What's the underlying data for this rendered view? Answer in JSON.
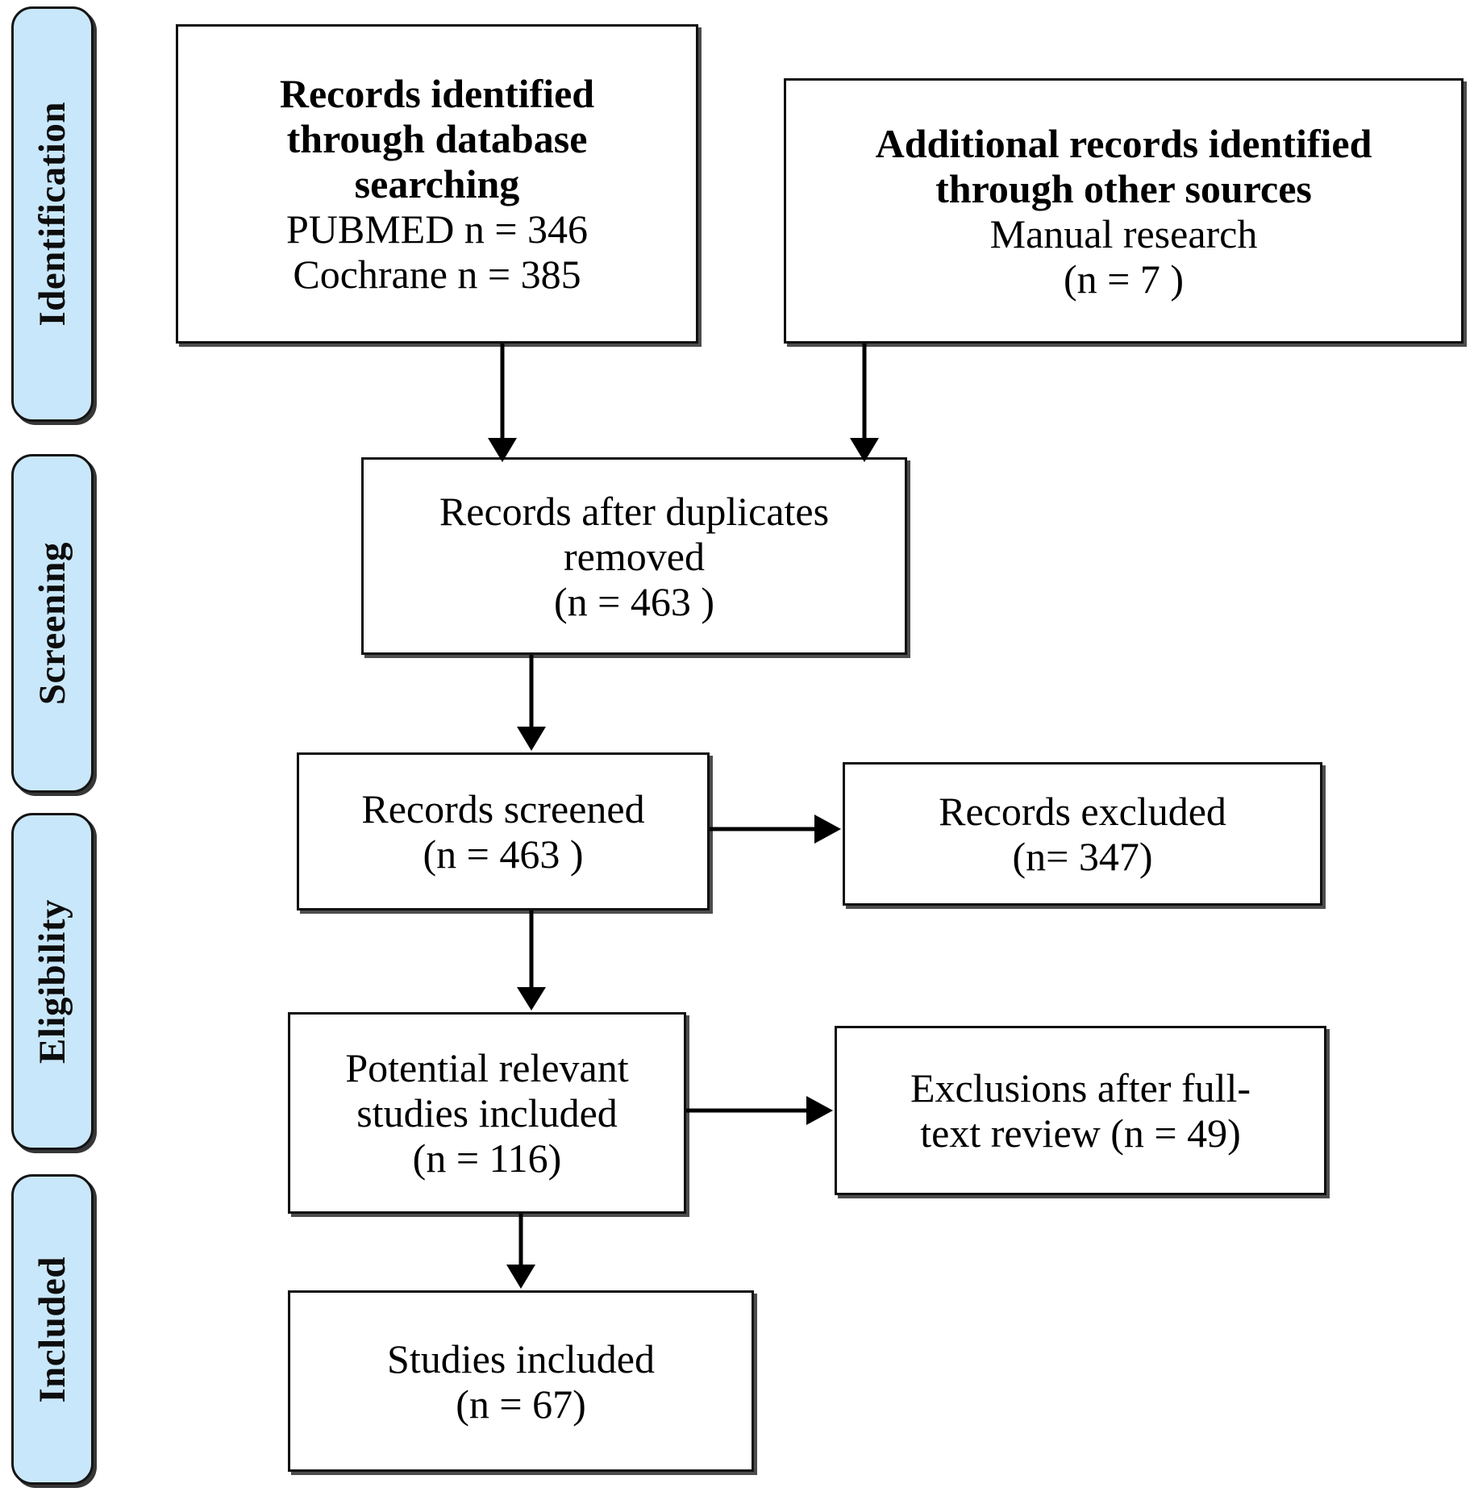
{
  "diagram": {
    "title": "PRISMA flow diagram",
    "type": "prisma-flow-diagram",
    "accent_color": "#c9e7fa",
    "border_color": "#111111",
    "background_color": "#ffffff"
  },
  "stages": [
    {
      "id": "identification",
      "label": "Identification"
    },
    {
      "id": "screening",
      "label": "Screening"
    },
    {
      "id": "eligibility",
      "label": "Eligibility"
    },
    {
      "id": "included",
      "label": "Included"
    }
  ],
  "boxes": {
    "database_search": {
      "id": "records-identified-database",
      "lines": [
        {
          "text": "Records identified",
          "bold": true
        },
        {
          "text": "through database",
          "bold": true
        },
        {
          "text": "searching",
          "bold": true
        },
        {
          "text": "PUBMED n =  346",
          "bold": false
        },
        {
          "text": "Cochrane n = 385",
          "bold": false
        }
      ],
      "counts": {
        "pubmed": 346,
        "cochrane": 385
      }
    },
    "other_sources": {
      "id": "additional-records-other-sources",
      "lines": [
        {
          "text": "Additional records identified",
          "bold": true
        },
        {
          "text": "through other sources",
          "bold": true
        },
        {
          "text": "Manual research",
          "bold": false
        },
        {
          "text": "(n = 7 )",
          "bold": false
        }
      ],
      "counts": {
        "manual_research": 7
      }
    },
    "duplicates_removed": {
      "id": "records-after-duplicates-removed",
      "lines": [
        {
          "text": "Records after duplicates",
          "bold": false
        },
        {
          "text": "removed",
          "bold": false
        },
        {
          "text": "(n = 463 )",
          "bold": false
        }
      ],
      "counts": {
        "n": 463
      }
    },
    "records_screened": {
      "id": "records-screened",
      "lines": [
        {
          "text": "Records screened",
          "bold": false
        },
        {
          "text": "(n =  463 )",
          "bold": false
        }
      ],
      "counts": {
        "n": 463
      }
    },
    "records_excluded": {
      "id": "records-excluded",
      "lines": [
        {
          "text": "Records excluded",
          "bold": false
        },
        {
          "text": "(n= 347)",
          "bold": false
        }
      ],
      "counts": {
        "n": 347
      }
    },
    "potential_relevant": {
      "id": "potential-relevant-studies-included",
      "lines": [
        {
          "text": "Potential relevant",
          "bold": false
        },
        {
          "text": "studies included",
          "bold": false
        },
        {
          "text": "(n =  116)",
          "bold": false
        }
      ],
      "counts": {
        "n": 116
      }
    },
    "fulltext_exclusions": {
      "id": "exclusions-after-full-text-review",
      "lines": [
        {
          "text": "Exclusions after full-",
          "bold": false
        },
        {
          "text": "text review (n = 49)",
          "bold": false
        }
      ],
      "counts": {
        "n": 49
      }
    },
    "studies_included": {
      "id": "studies-included",
      "lines": [
        {
          "text": "Studies included",
          "bold": false
        },
        {
          "text": "(n = 67)",
          "bold": false
        }
      ],
      "counts": {
        "n": 67
      }
    }
  },
  "connectors": [
    {
      "id": "database-to-duplicates",
      "from": "database_search",
      "to": "duplicates_removed",
      "direction": "down"
    },
    {
      "id": "other-sources-to-duplicates",
      "from": "other_sources",
      "to": "duplicates_removed",
      "direction": "down"
    },
    {
      "id": "duplicates-to-screened",
      "from": "duplicates_removed",
      "to": "records_screened",
      "direction": "down"
    },
    {
      "id": "screened-to-excluded",
      "from": "records_screened",
      "to": "records_excluded",
      "direction": "right"
    },
    {
      "id": "screened-to-potential",
      "from": "records_screened",
      "to": "potential_relevant",
      "direction": "down"
    },
    {
      "id": "potential-to-fulltext-exclusions",
      "from": "potential_relevant",
      "to": "fulltext_exclusions",
      "direction": "right"
    },
    {
      "id": "potential-to-studies-included",
      "from": "potential_relevant",
      "to": "studies_included",
      "direction": "down"
    }
  ]
}
